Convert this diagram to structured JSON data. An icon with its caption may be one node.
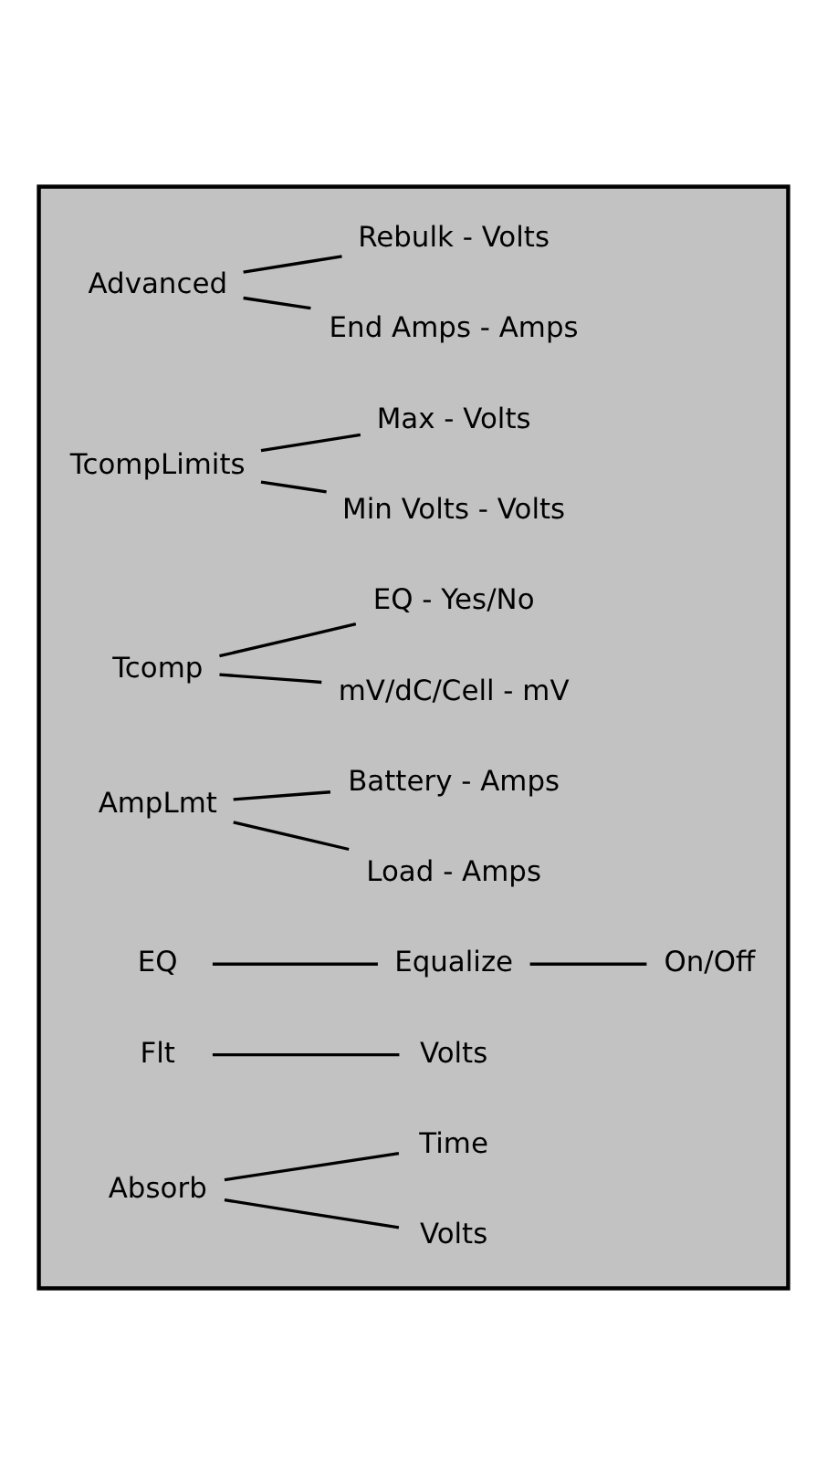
{
  "diagram": {
    "nodes": [
      {
        "text": [],
        "shape": "box"
      },
      {
        "text": [
          "Absorb"
        ],
        "in": 0
      },
      {
        "text": [
          "Volts"
        ],
        "in": 0
      },
      {
        "text": [
          "Time"
        ],
        "in": 0
      },
      {
        "text": [
          "Flt"
        ],
        "in": 0
      },
      {
        "text": [
          "Volts"
        ],
        "in": 0
      },
      {
        "text": [
          "EQ"
        ],
        "in": 0
      },
      {
        "text": [
          "Equalize"
        ],
        "in": 0
      },
      {
        "text": [
          "On/Off"
        ],
        "in": 0
      },
      {
        "text": [
          "AmpLmt"
        ],
        "in": 0
      },
      {
        "text": [
          "Load - Amps"
        ],
        "in": 0
      },
      {
        "text": [
          "Battery - Amps"
        ],
        "in": 0
      },
      {
        "text": [
          "Tcomp"
        ],
        "in": 0
      },
      {
        "text": [
          "mV/dC/Cell - mV"
        ],
        "in": 0
      },
      {
        "text": [
          "EQ - Yes/No"
        ],
        "in": 0
      },
      {
        "text": [
          "TcompLimits"
        ],
        "in": 0
      },
      {
        "text": [
          "Min Volts - Volts"
        ],
        "in": 0
      },
      {
        "text": [
          "Max - Volts"
        ],
        "in": 0
      },
      {
        "text": [
          "Advanced"
        ],
        "in": 0
      },
      {
        "text": [
          "End Amps - Amps"
        ],
        "in": 0
      },
      {
        "text": [
          "Rebulk - Volts"
        ],
        "in": 0
      }
    ],
    "edges": [
      {
        "from": 1,
        "to": 2,
        "arrow": "none"
      },
      {
        "from": 1,
        "to": 3,
        "arrow": "none"
      },
      {
        "from": 4,
        "to": 5,
        "arrow": "none"
      },
      {
        "from": 6,
        "to": 7,
        "arrow": "none"
      },
      {
        "from": 7,
        "to": 8,
        "arrow": "none"
      },
      {
        "from": 9,
        "to": 10,
        "arrow": "none"
      },
      {
        "from": 9,
        "to": 11,
        "arrow": "none"
      },
      {
        "from": 12,
        "to": 13,
        "arrow": "none"
      },
      {
        "from": 12,
        "to": 14,
        "arrow": "none"
      },
      {
        "from": 15,
        "to": 16,
        "arrow": "none"
      },
      {
        "from": 15,
        "to": 17,
        "arrow": "none"
      },
      {
        "from": 18,
        "to": 19,
        "arrow": "none"
      },
      {
        "from": 18,
        "to": 20,
        "arrow": "none"
      }
    ]
  }
}
